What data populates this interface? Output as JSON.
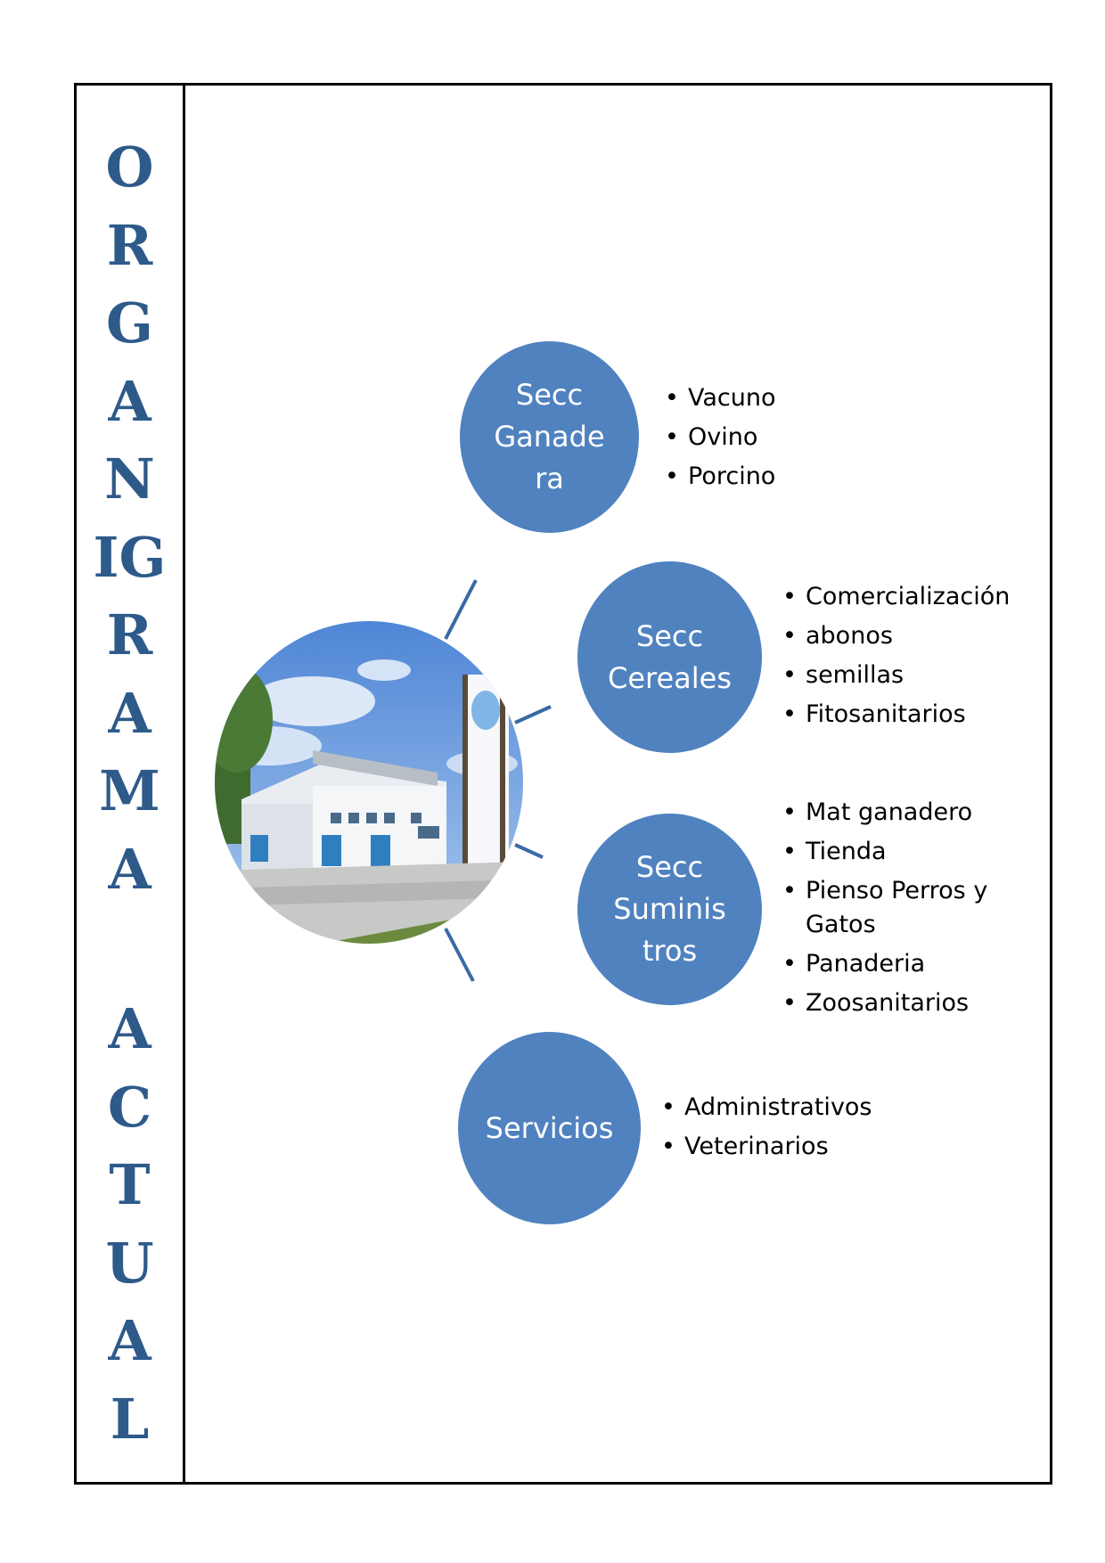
{
  "sidebar": {
    "word1": [
      "O",
      "R",
      "G",
      "A",
      "N",
      "IG",
      "R",
      "A",
      "M",
      "A"
    ],
    "word2": [
      "A",
      "C",
      "T",
      "U",
      "A",
      "L"
    ]
  },
  "colors": {
    "circle": "#5082c0",
    "title": "#2e5a8a",
    "spoke": "#3a6aa5"
  },
  "photo": {
    "icon": "building-photo"
  },
  "sections": [
    {
      "label": "Secc\nGanade\nra",
      "items": [
        "Vacuno",
        "Ovino",
        "Porcino"
      ]
    },
    {
      "label": "Secc\nCereales",
      "items": [
        "Comercialización",
        "abonos",
        "semillas",
        "Fitosanitarios"
      ]
    },
    {
      "label": "Secc\nSuminis\ntros",
      "items": [
        "Mat ganadero",
        "Tienda",
        "Pienso Perros y Gatos",
        "Panaderia",
        "Zoosanitarios"
      ]
    },
    {
      "label": "Servicios",
      "items": [
        "Administrativos",
        "Veterinarios"
      ]
    }
  ]
}
